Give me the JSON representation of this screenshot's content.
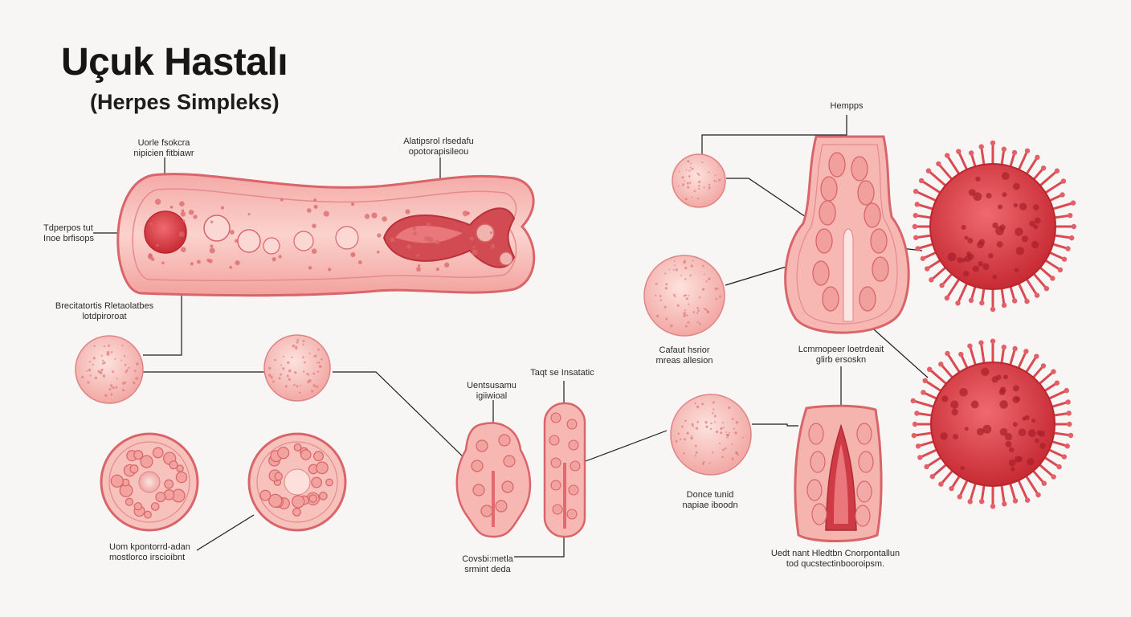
{
  "title": "Uçuk Hastalı",
  "subtitle": "(Herpes Simpleks)",
  "labels": {
    "top_left": [
      "Uorle fsokcra",
      "nipicien fitbiawr"
    ],
    "top_center": [
      "Alatipsrol rlsedafu",
      "opotorapisileou"
    ],
    "left_side": [
      "Tdperpos tut",
      "Inoe brfisops"
    ],
    "mid_left": [
      "Brecitatortis Rletaolatbes",
      "lotdpiroroat"
    ],
    "bottom_left": [
      "Uom kpontorrd-adan",
      "mostlorco irscioibnt"
    ],
    "center_top": [
      "Taqt se Insatatic"
    ],
    "center_left": [
      "Uentsusamu",
      "igiiwioal"
    ],
    "bottom_center": [
      "Covsbi:metla",
      "srmint deda"
    ],
    "top_right": [
      "Hempps"
    ],
    "right_mid": [
      "Cafaut hsrior",
      "mreas allesion"
    ],
    "right_center": [
      "Lcmmopeer loetrdeait",
      "glirb ersoskn"
    ],
    "right_lower": [
      "Donce tunid",
      "napiae iboodn"
    ],
    "bottom_right": [
      "Uedt nant Hledtbn Cnorpontallun",
      "tod qucstectinbooroipsm."
    ]
  },
  "colors": {
    "membrane": "#d9656a",
    "cell_fill": "#f6b8b4",
    "cell_light": "#fbd6d1",
    "nucleus": "#ee9b98",
    "virus": "#d73d45",
    "virus_dark": "#b9262e",
    "line": "#1c1c1c"
  }
}
